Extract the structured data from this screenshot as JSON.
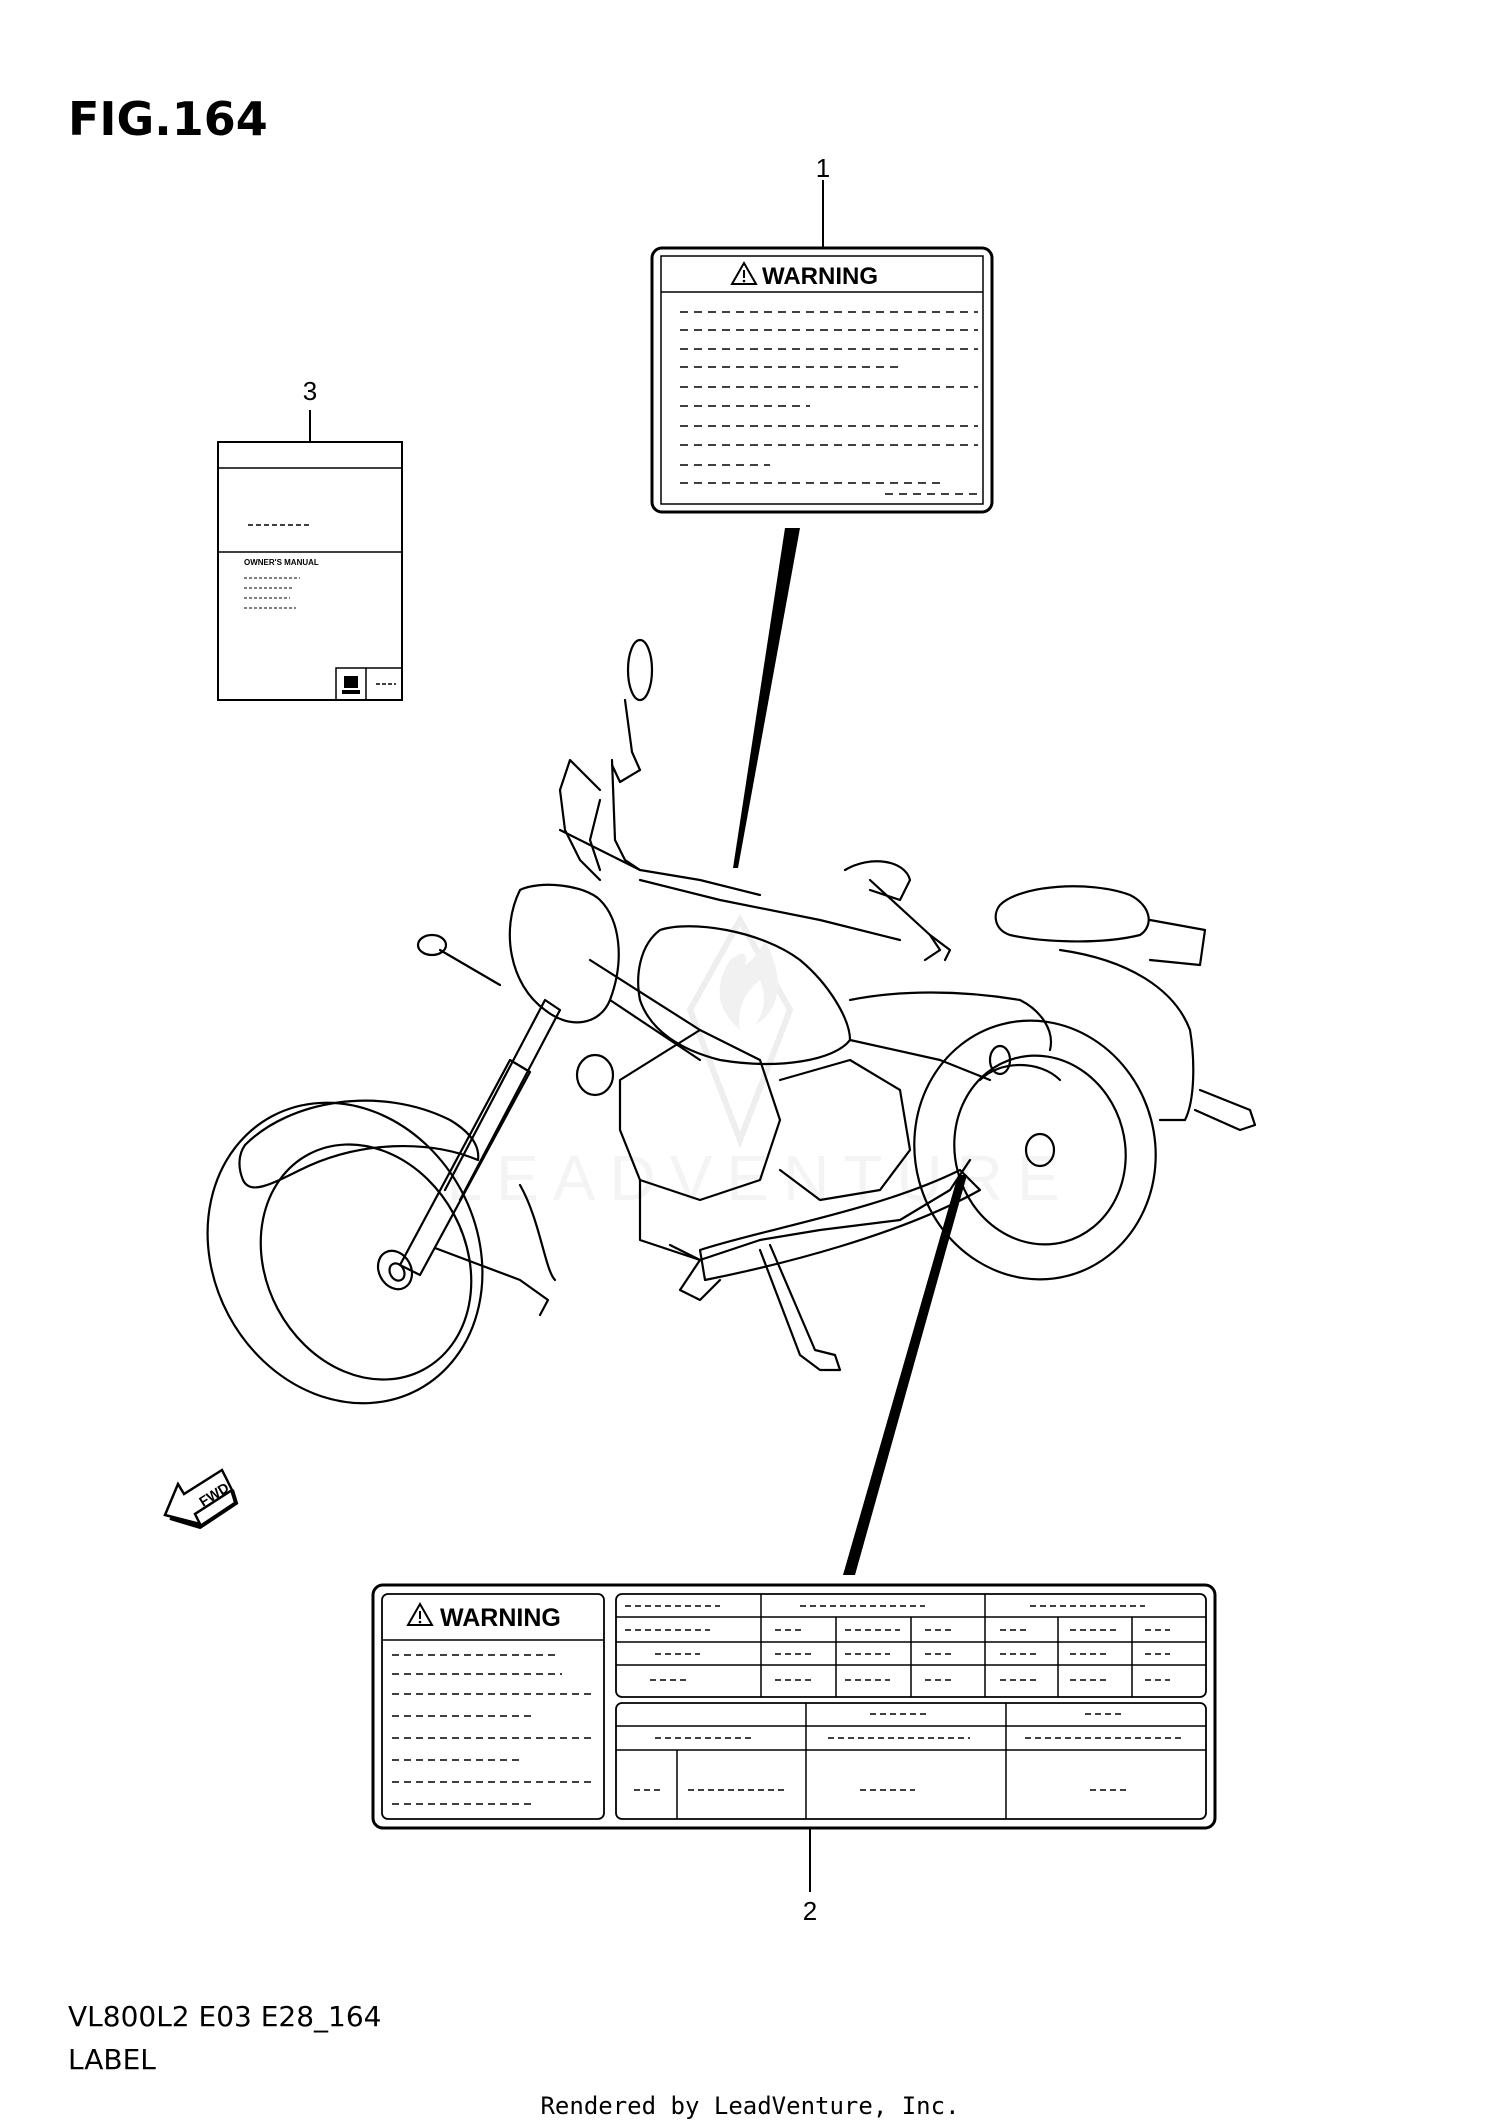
{
  "figure": {
    "title": "FIG.164",
    "model": "VL800L2 E03 E28_164",
    "caption": "LABEL",
    "footer": "Rendered by LeadVenture, Inc."
  },
  "callouts": [
    "1",
    "2",
    "3"
  ],
  "label_1": {
    "heading": "WARNING"
  },
  "label_2": {
    "heading": "WARNING"
  },
  "label_3": {
    "manual_title": "OWNER'S MANUAL"
  },
  "fwd_arrow": {
    "text": "FWD"
  },
  "watermark": {
    "text": "LEADVENTURE"
  },
  "colors": {
    "line": "#000000",
    "background": "#ffffff",
    "watermark": "#e8e8e8"
  }
}
